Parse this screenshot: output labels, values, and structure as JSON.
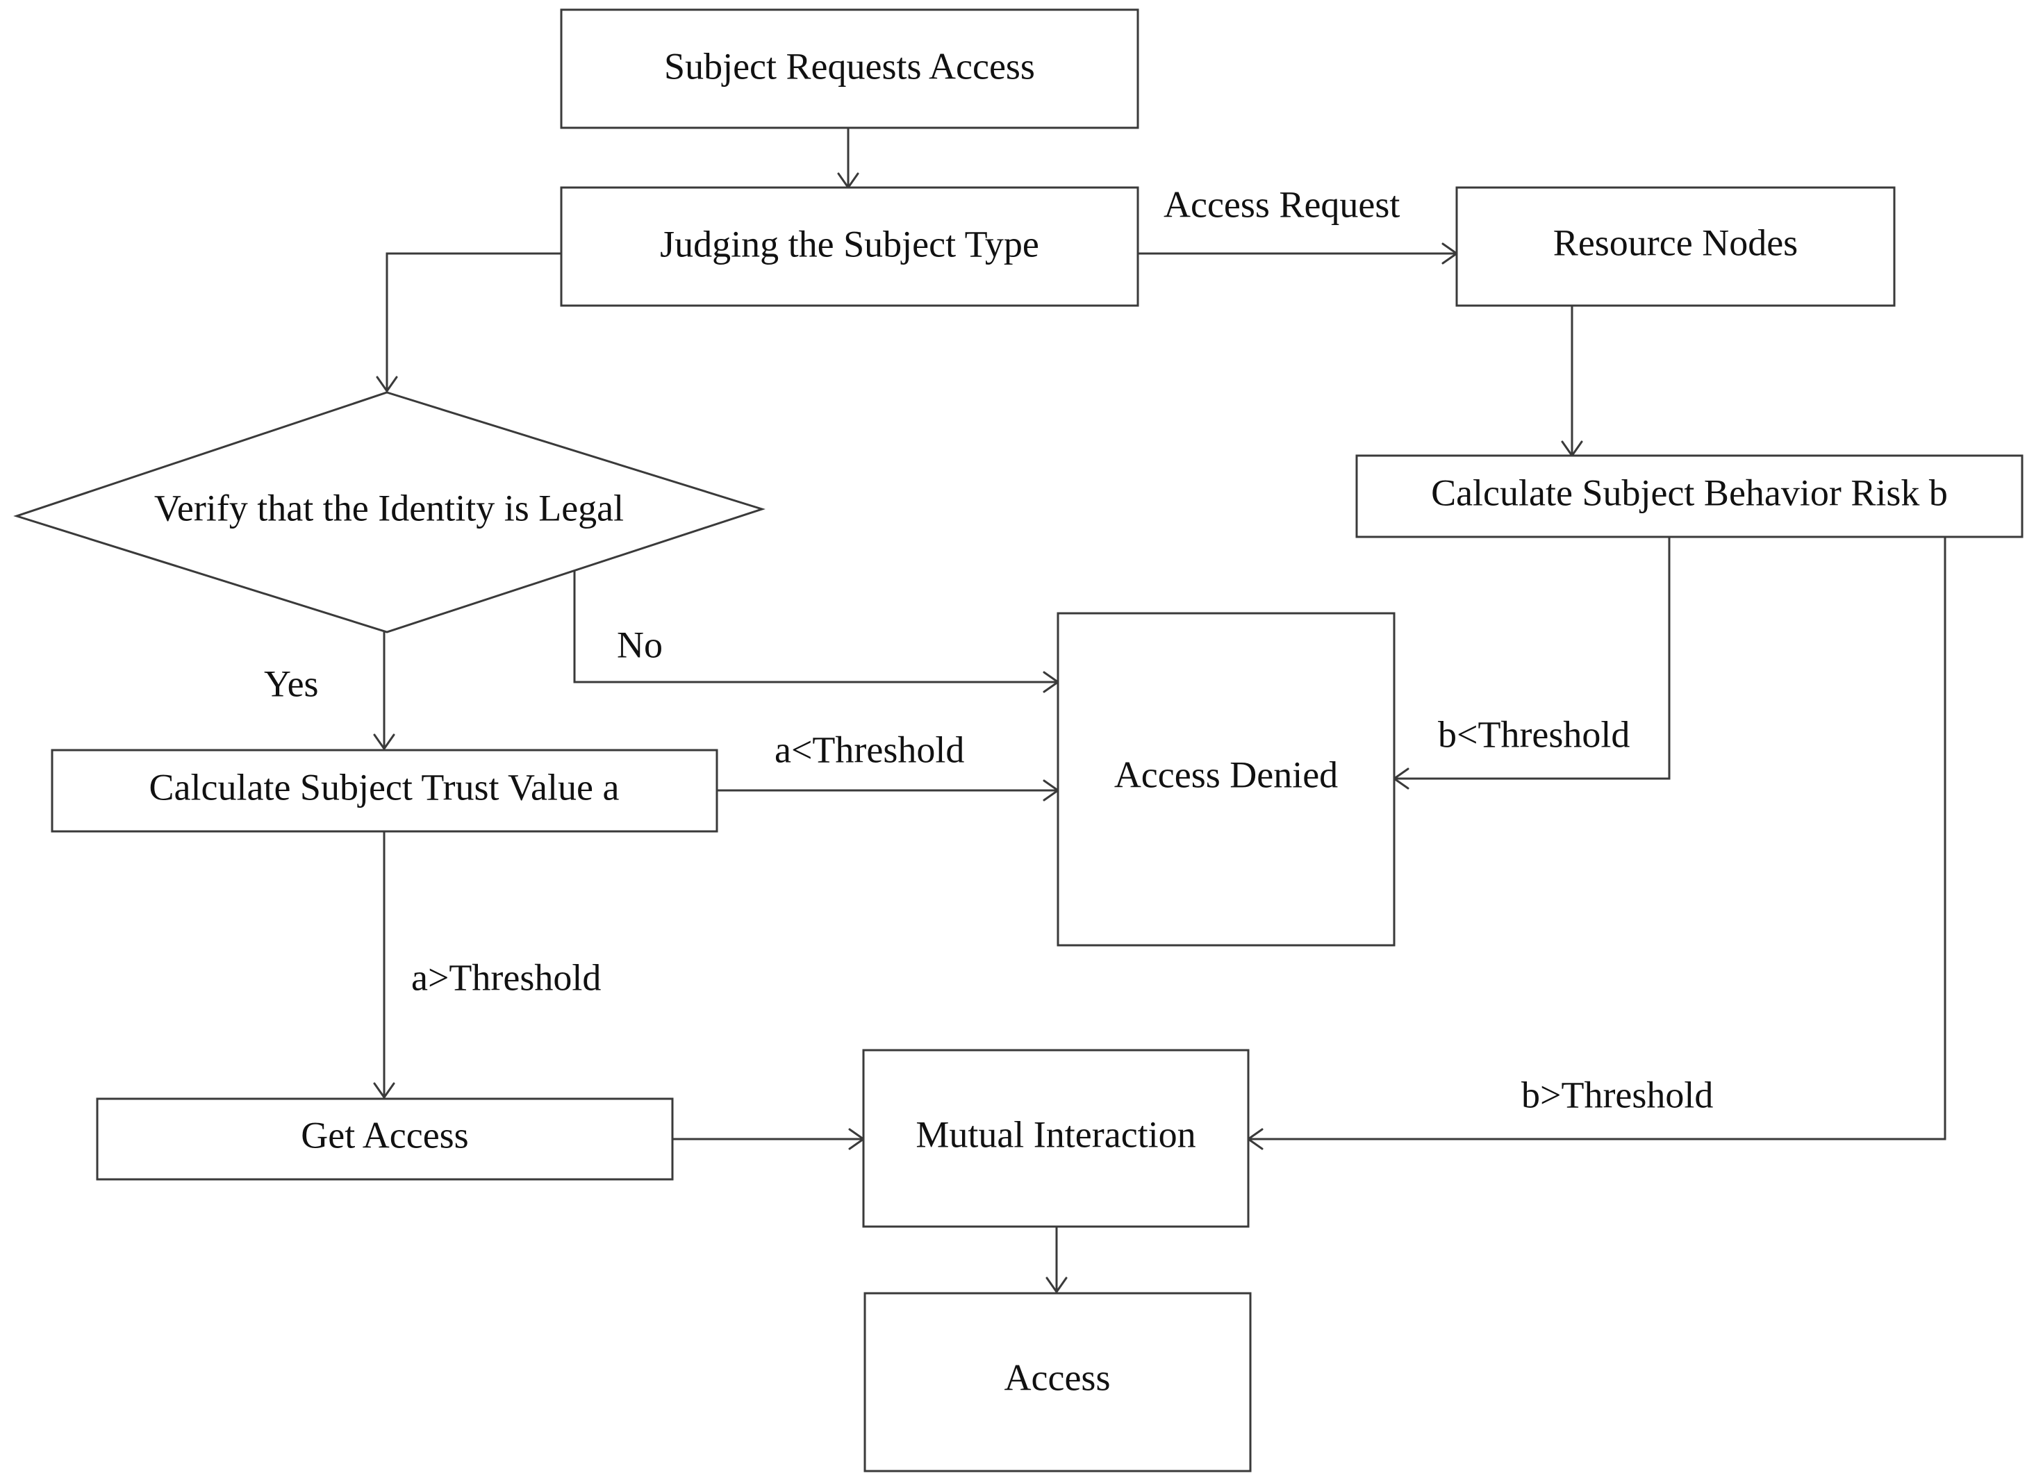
{
  "nodes": {
    "subject_requests_access": "Subject Requests Access",
    "judging_subject_type": "Judging the Subject Type",
    "resource_nodes": "Resource Nodes",
    "verify_identity": "Verify that the Identity is Legal",
    "calculate_behavior_risk": "Calculate Subject Behavior Risk b",
    "access_denied": "Access Denied",
    "calculate_trust_value": "Calculate Subject Trust Value a",
    "get_access": "Get Access",
    "mutual_interaction": "Mutual Interaction",
    "access": "Access"
  },
  "edges": {
    "access_request": "Access Request",
    "no": "No",
    "yes": "Yes",
    "a_less_threshold": "a<Threshold",
    "b_less_threshold": "b<Threshold",
    "a_greater_threshold": "a>Threshold",
    "b_greater_threshold": "b>Threshold"
  },
  "colors": {
    "line": "#3a3a3a",
    "text": "#111111",
    "background": "#ffffff"
  }
}
